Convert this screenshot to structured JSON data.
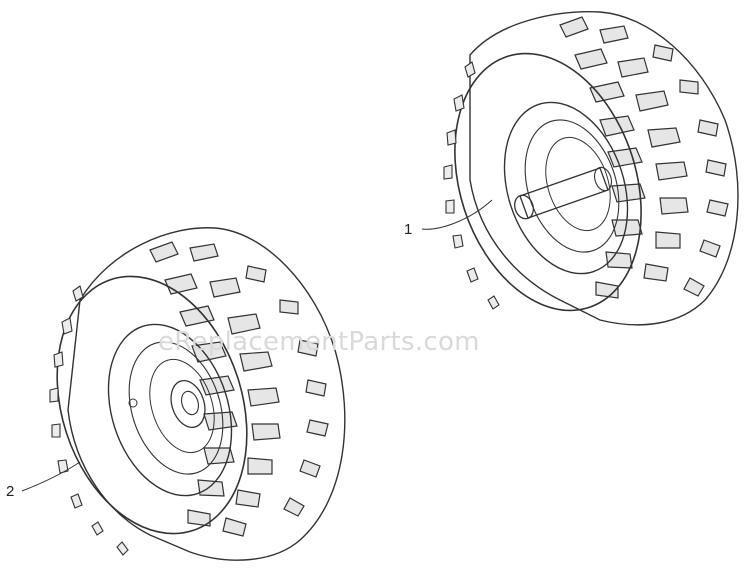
{
  "callouts": [
    {
      "label": "1"
    },
    {
      "label": "2"
    }
  ],
  "watermark": "eReplacementParts.com",
  "colors": {
    "line": "#333333",
    "background": "#ffffff",
    "watermark": "#d9d9d9"
  }
}
